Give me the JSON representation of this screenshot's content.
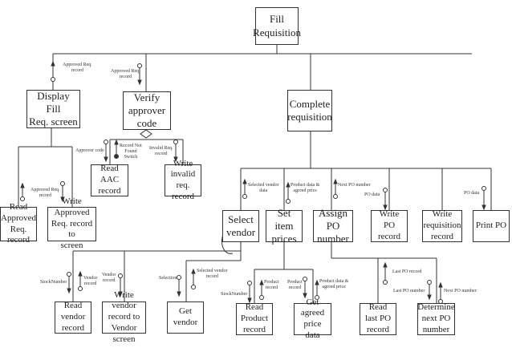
{
  "diagram": {
    "type": "structure-chart",
    "modules": {
      "root": "Fill\nRequisition",
      "display_fill": "Display Fill\nReq. screen",
      "verify_approver": "Verify\napprover\ncode",
      "complete_req": "Complete\nrequisition",
      "read_approved": "Read\nApproved\nReq. record",
      "write_approved": "Write Approved\nReq. record to\nscreen",
      "read_aac": "Read AAC\nrecord",
      "write_invalid": "Write\ninvalid req.\nrecord",
      "select_vendor": "Select\nvendor",
      "set_item_prices": "Set item\nprices",
      "assign_po": "Assign PO\nnumber",
      "write_po": "Write PO\nrecord",
      "write_requisition": "Write\nrequisition\nrecord",
      "print_po": "Print PO",
      "read_vendor": "Read vendor\nrecord",
      "write_vendor": "Write vendor\nrecord to\nVendor screen",
      "get_vendor": "Get vendor",
      "read_product": "Read\nProduct\nrecord",
      "get_agreed_price": "Get agreed\nprice data",
      "read_last_po": "Read last PO\nrecord",
      "determine_next_po": "Determine\nnext PO\nnumber"
    },
    "couples": {
      "c1": "Approved Req.\nrecord",
      "c2": "Approved Req.\nrecord",
      "c3": "Approved Req.\nrecord",
      "c4": "Approver code",
      "c5": "Record Not\nFound\nSwitch",
      "c6": "Invalid Req.\nrecord",
      "c7": "Selected vendor\ndata",
      "c8": "Product data &\nagreed price",
      "c9": "Next PO number",
      "c10": "PO data",
      "c11": "PO data",
      "c12": "StockNumber",
      "c13": "Vendor\nrecord",
      "c14": "Vendor\nrecord",
      "c15": "Selection",
      "c16": "Selected vendor\nrecord",
      "c17": "StockNumber",
      "c18": "Product\nrecord",
      "c19": "Product\nrecord",
      "c20": "Product data &\nagreed price",
      "c21": "Last PO record",
      "c22": "Last PO number",
      "c23": "Next PO number"
    }
  }
}
